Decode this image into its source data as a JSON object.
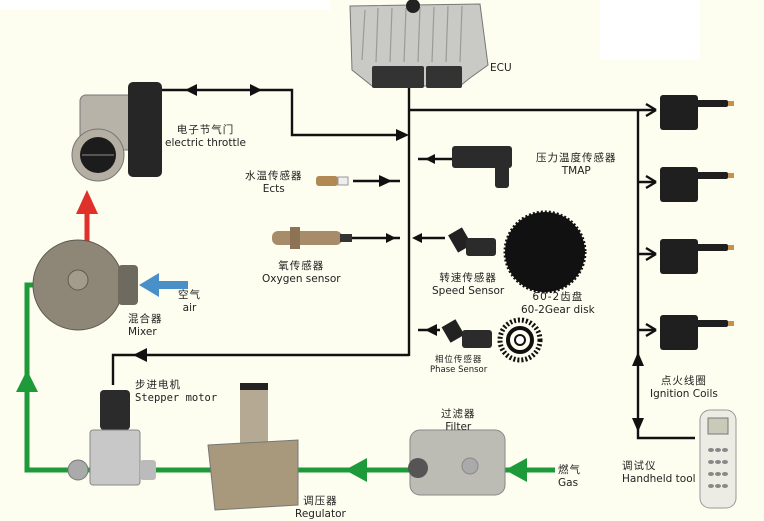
{
  "title": "Gas engine ECU control system diagram",
  "colors": {
    "background": "#fdfdf0",
    "signal_line": "#111111",
    "gas_flow": "#1f9a3a",
    "mixture_flow": "#e0302a",
    "air_flow": "#4a90c8"
  },
  "components": {
    "ecu": {
      "en": "ECU"
    },
    "throttle": {
      "zh": "电子节气门",
      "en": "electric throttle"
    },
    "ects": {
      "zh": "水温传感器",
      "en": "Ects"
    },
    "tmap": {
      "zh": "压力温度传感器",
      "en": "TMAP"
    },
    "oxygen": {
      "zh": "氧传感器",
      "en": "Oxygen sensor"
    },
    "speed": {
      "zh": "转速传感器",
      "en": "Speed Sensor"
    },
    "gear": {
      "zh": "60-2齿盘",
      "en": "60-2Gear disk"
    },
    "phase": {
      "zh": "相位传感器",
      "en": "Phase Sensor"
    },
    "mixer": {
      "zh": "混合器",
      "en": "Mixer"
    },
    "air": {
      "zh": "空气",
      "en": "air"
    },
    "stepper": {
      "zh": "步进电机",
      "en": "Stepper motor"
    },
    "regulator": {
      "zh": "调压器",
      "en": "Regulator"
    },
    "filter": {
      "zh": "过滤器",
      "en": "Filter"
    },
    "gas": {
      "zh": "燃气",
      "en": "Gas"
    },
    "coils": {
      "zh": "点火线圈",
      "en": "Ignition Coils"
    },
    "handheld": {
      "zh": "调试仪",
      "en": "Handheld tool"
    }
  }
}
